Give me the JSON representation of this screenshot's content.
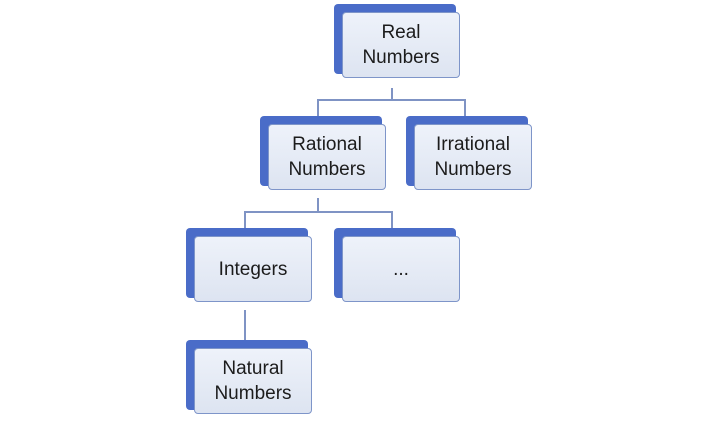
{
  "diagram": {
    "nodes": {
      "real": {
        "label": "Real\nNumbers"
      },
      "rational": {
        "label": "Rational\nNumbers"
      },
      "irrational": {
        "label": "Irrational\nNumbers"
      },
      "integers": {
        "label": "Integers"
      },
      "ellipsis": {
        "label": "..."
      },
      "natural": {
        "label": "Natural\nNumbers"
      }
    },
    "colors": {
      "node_shadow": "#4a6cc8",
      "node_fill": "#dde4f1",
      "node_border": "#7e95c9",
      "connector": "#7f93c4"
    }
  }
}
